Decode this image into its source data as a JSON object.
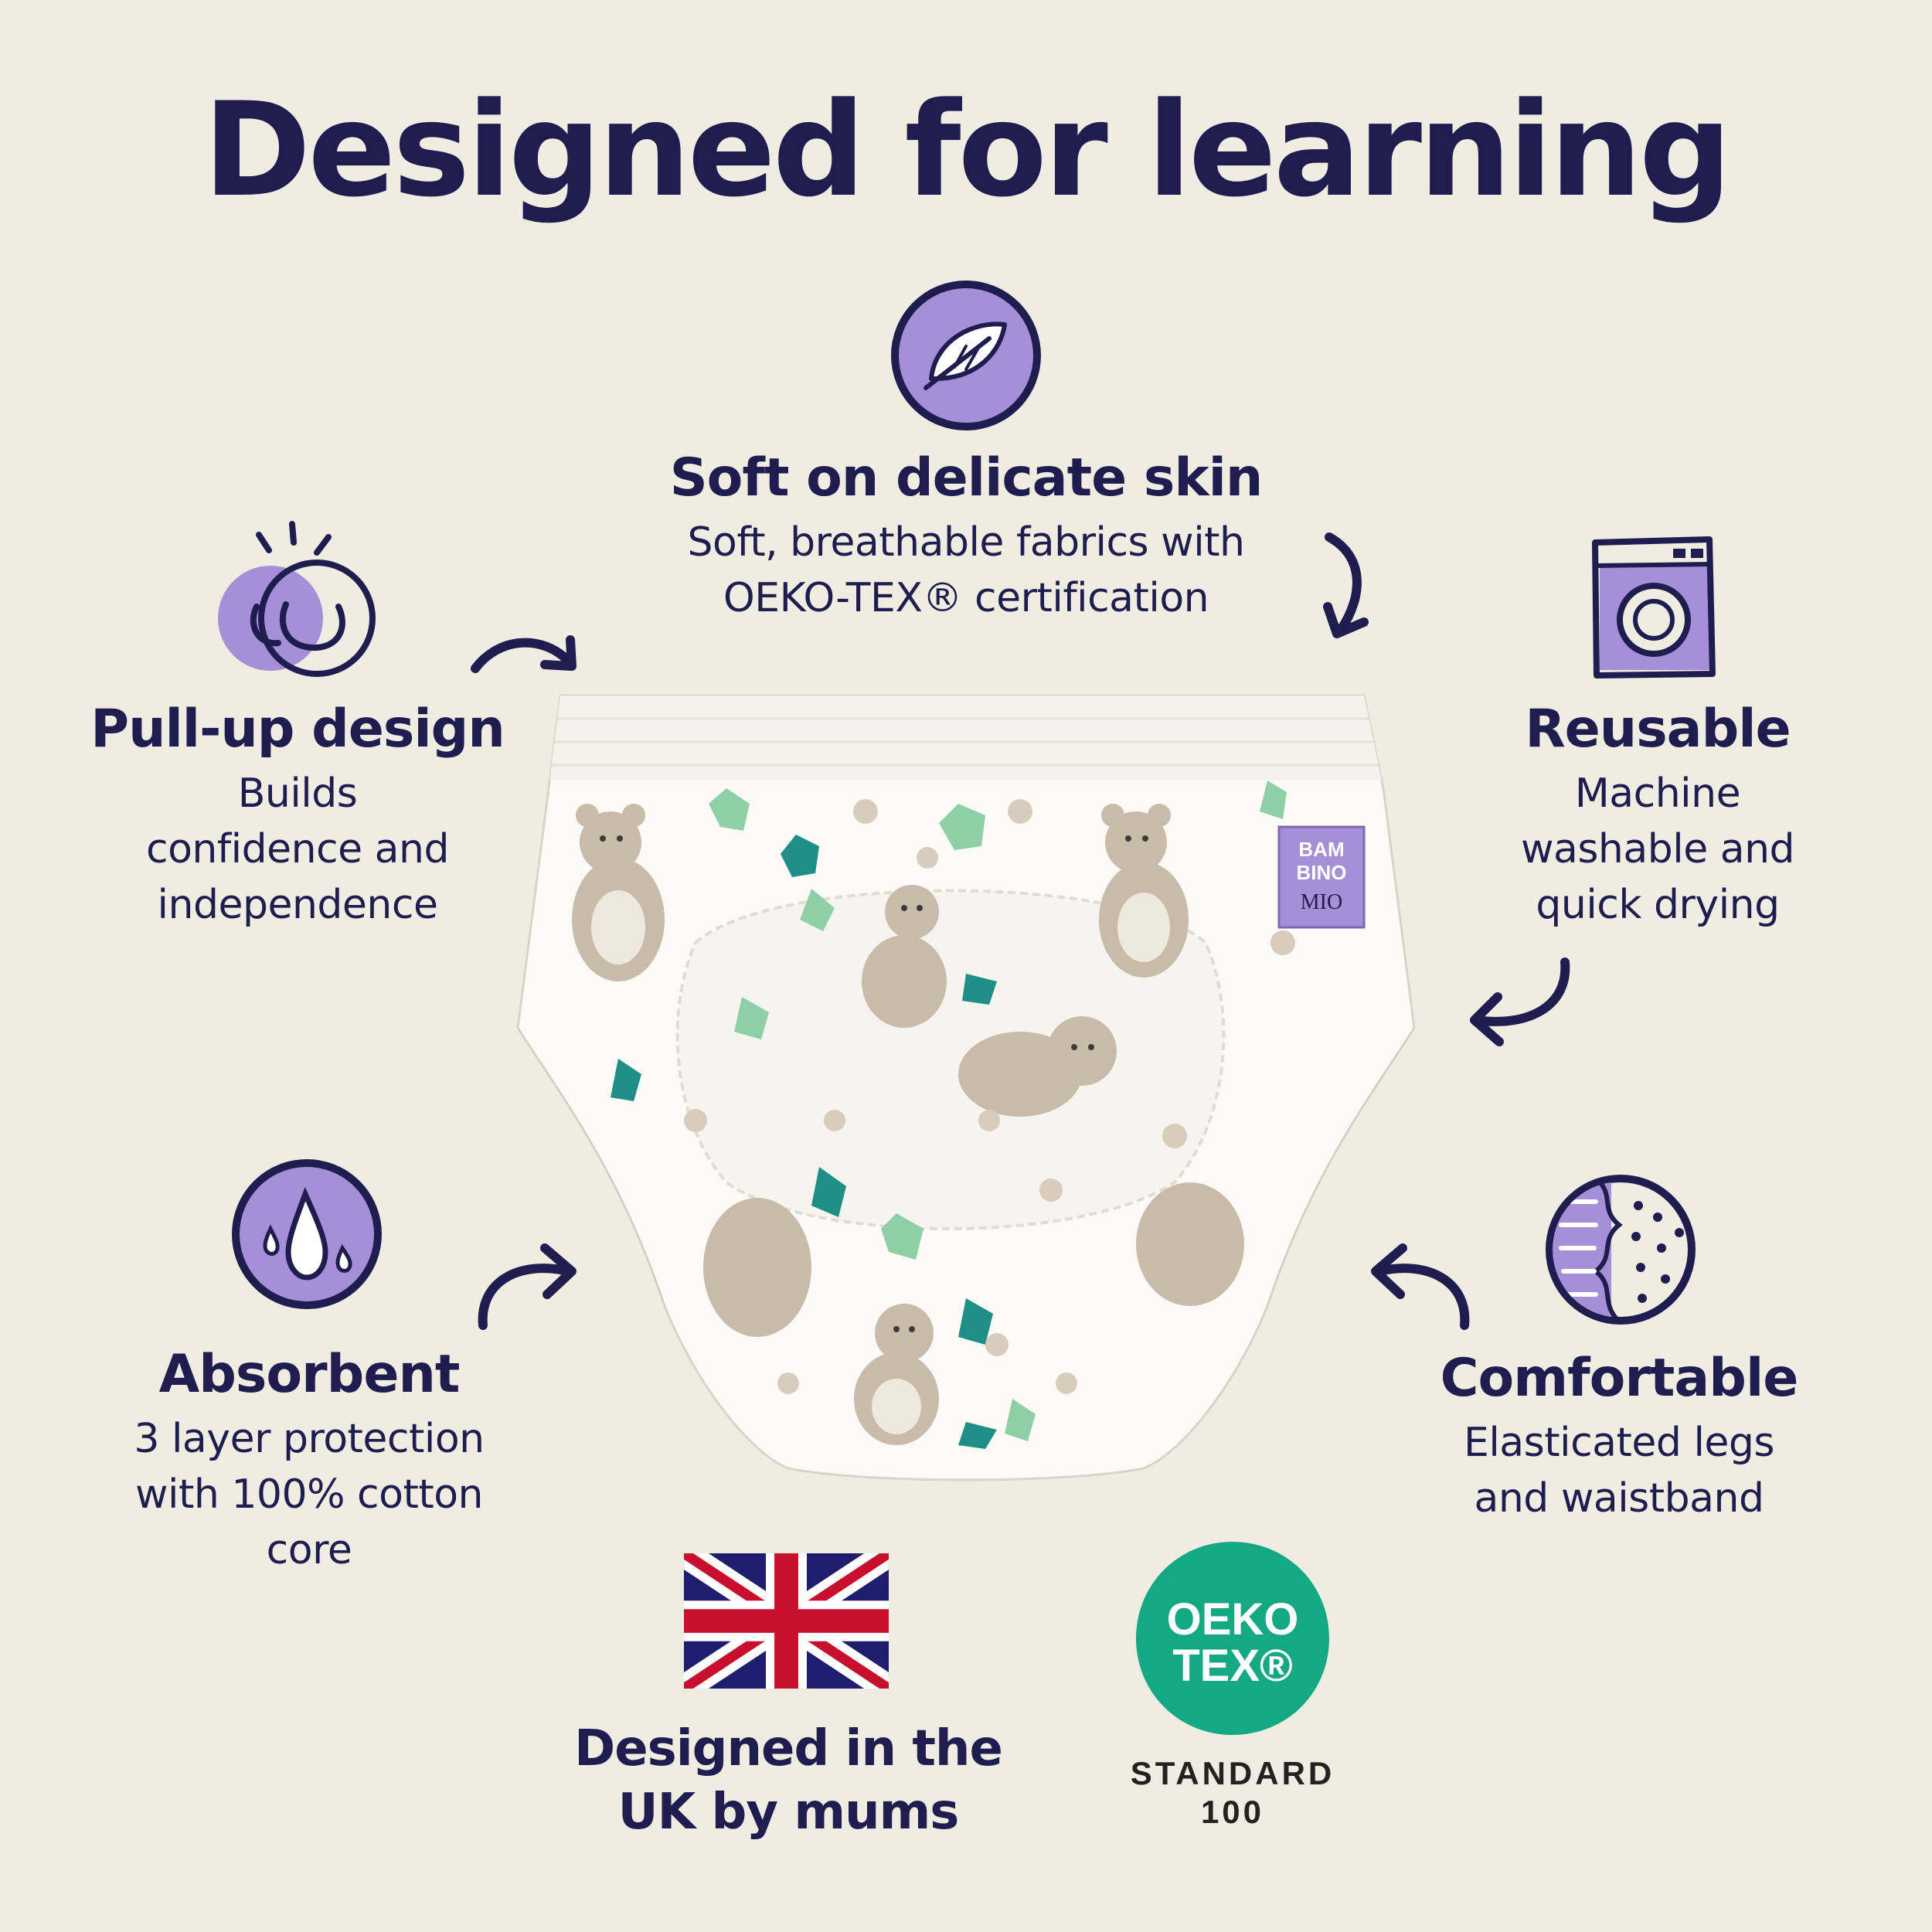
{
  "title": "Designed for learning",
  "features": {
    "soft": {
      "heading": "Soft on delicate skin",
      "lines": [
        "Soft, breathable fabrics with",
        "OEKO-TEX® certification"
      ],
      "icon": "feather-icon"
    },
    "pullup": {
      "heading": "Pull-up design",
      "lines": [
        "Builds",
        "confidence and",
        "independence"
      ],
      "icon": "smiley-icon"
    },
    "reusable": {
      "heading": "Reusable",
      "lines": [
        "Machine",
        "washable and",
        "quick drying"
      ],
      "icon": "washing-machine-icon"
    },
    "absorbent": {
      "heading": "Absorbent",
      "lines": [
        "3 layer protection",
        "with 100% cotton",
        "core"
      ],
      "icon": "water-drops-icon"
    },
    "comfortable": {
      "heading": "Comfortable",
      "lines": [
        "Elasticated legs",
        "and waistband"
      ],
      "icon": "fabric-icon"
    }
  },
  "uk": {
    "lines": [
      "Designed in the",
      "UK by mums"
    ],
    "icon": "union-jack-flag"
  },
  "oekotex": {
    "logo_line1": "OEKO",
    "logo_line2": "TEX®",
    "standard": "STANDARD",
    "number": "100"
  },
  "product": {
    "label_line1": "BAM",
    "label_line2": "BINO",
    "label_line3": "MIO"
  },
  "colors": {
    "background": "#efede1",
    "navy": "#1f1d4f",
    "purple": "#a58fd6",
    "green": "#3c9f5c",
    "oeko_green": "#15a983"
  }
}
